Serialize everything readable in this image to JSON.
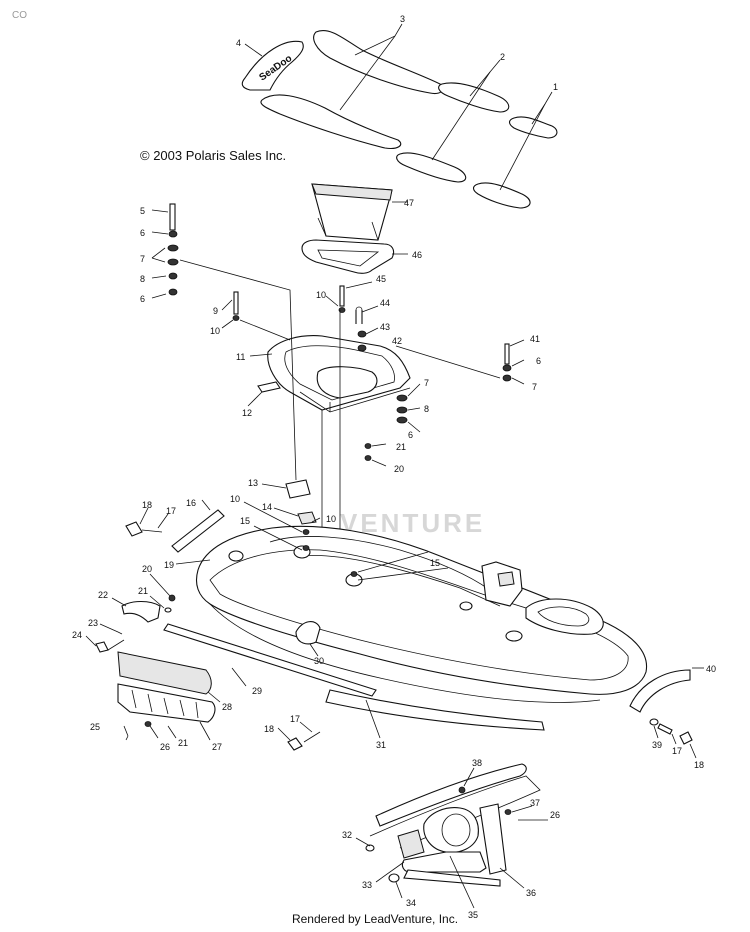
{
  "copyright": "© 2003 Polaris Sales Inc.",
  "footer": "Rendered by LeadVenture, Inc.",
  "watermark": "VENTURE",
  "company_tag": "CO",
  "logo_text": "SeaDoo",
  "colors": {
    "line": "#111111",
    "watermark": "#d7d7d7",
    "background": "#ffffff"
  },
  "callouts": [
    "1",
    "2",
    "3",
    "4",
    "5",
    "6",
    "6",
    "7",
    "8",
    "6",
    "9",
    "10",
    "11",
    "12",
    "10",
    "45",
    "44",
    "43",
    "42",
    "41",
    "6",
    "7",
    "7",
    "8",
    "6",
    "21",
    "20",
    "47",
    "46",
    "13",
    "14",
    "10",
    "10",
    "15",
    "15",
    "16",
    "17",
    "18",
    "19",
    "20",
    "21",
    "22",
    "23",
    "24",
    "30",
    "29",
    "28",
    "27",
    "26",
    "21",
    "25",
    "31",
    "17",
    "18",
    "40",
    "39",
    "17",
    "18",
    "38",
    "37",
    "26",
    "32",
    "33",
    "34",
    "35",
    "36"
  ]
}
